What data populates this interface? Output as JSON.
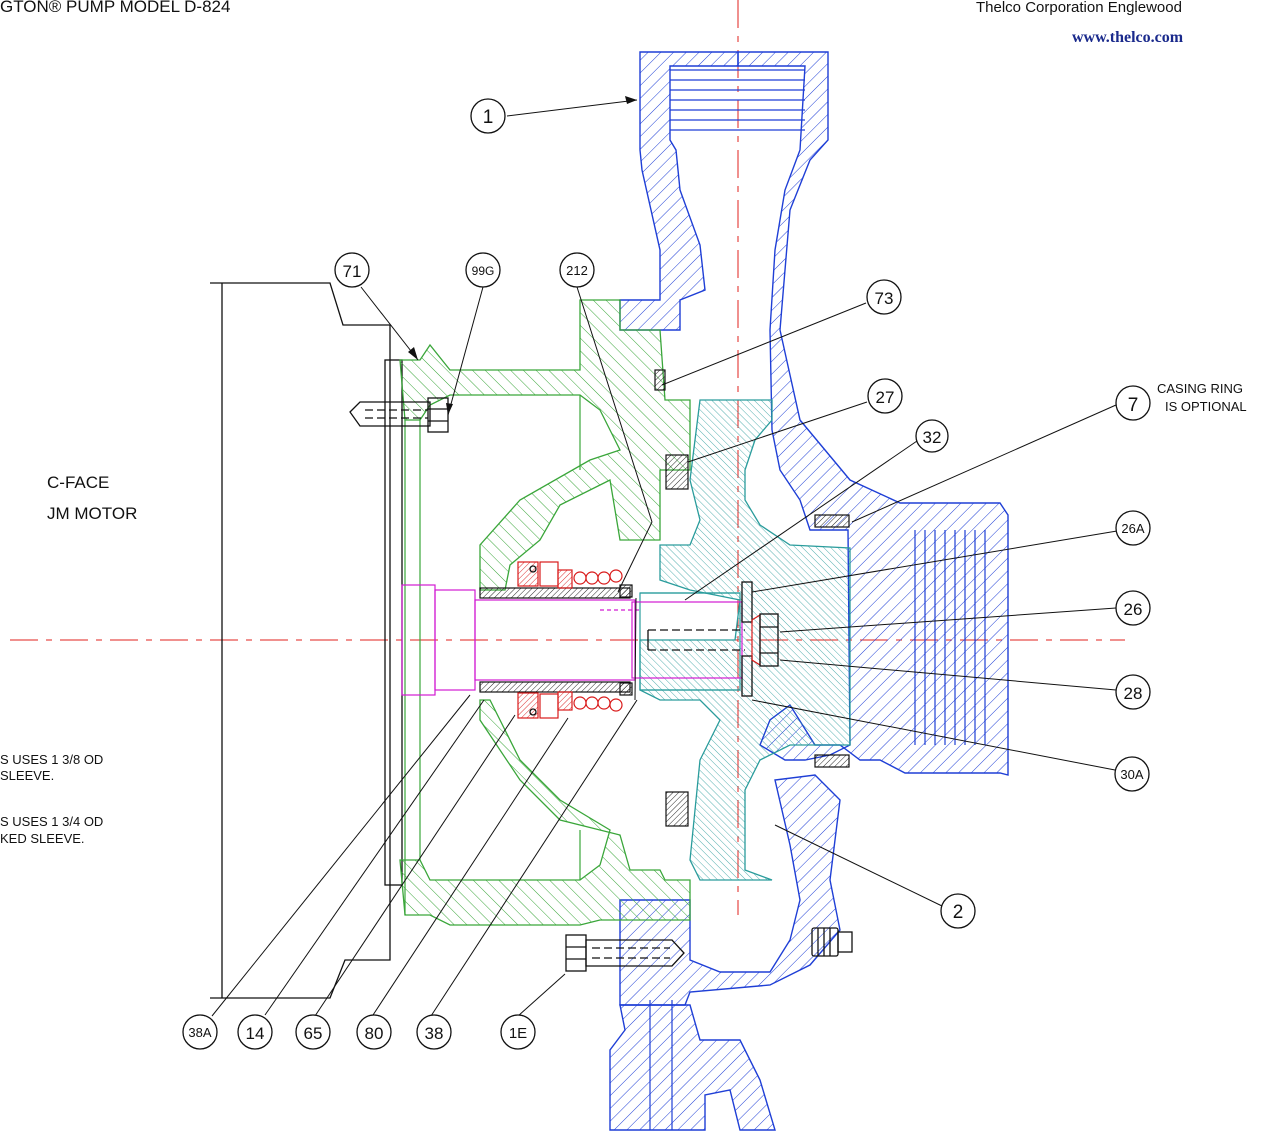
{
  "header": {
    "title": "GTON®   PUMP MODEL D-824",
    "company": "Thelco Corporation   Englewood",
    "website": "www.thelco.com"
  },
  "motor": {
    "line1": "C-FACE",
    "line2": "JM MOTOR"
  },
  "notes": {
    "note1_line1": "S USES 1 3/8 OD",
    "note1_line2": "SLEEVE.",
    "note2_line1": "S USES 1 3/4 OD",
    "note2_line2": "KED SLEEVE."
  },
  "casing_ring_note": {
    "line1": "CASING RING",
    "line2": "IS OPTIONAL"
  },
  "callouts": {
    "c1": "1",
    "c2": "2",
    "c7": "7",
    "c14": "14",
    "c26": "26",
    "c26a": "26A",
    "c27": "27",
    "c28": "28",
    "c30a": "30A",
    "c32": "32",
    "c38": "38",
    "c38a": "38A",
    "c65": "65",
    "c71": "71",
    "c73": "73",
    "c80": "80",
    "c99g": "99G",
    "c212": "212",
    "c1e": "1E"
  },
  "colors": {
    "casing": "#1f3fd6",
    "adapter": "#3aa63a",
    "impeller": "#2a9c9c",
    "seal": "#d91a1a",
    "sleeve": "#d21ad2",
    "centerline": "#e0201c",
    "website": "#1a2a8c"
  }
}
